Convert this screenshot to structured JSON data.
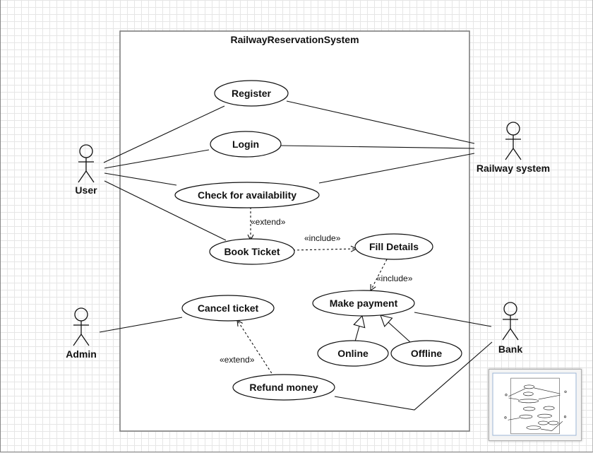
{
  "diagram": {
    "system_title": "RailwayReservationSystem",
    "actors": {
      "user": "User",
      "railway_system": "Railway system",
      "admin": "Admin",
      "bank": "Bank"
    },
    "use_cases": {
      "register": "Register",
      "login": "Login",
      "check_availability": "Check for availability",
      "book_ticket": "Book Ticket",
      "fill_details": "Fill Details",
      "make_payment": "Make payment",
      "cancel_ticket": "Cancel ticket",
      "online": "Online",
      "offline": "Offline",
      "refund_money": "Refund money"
    },
    "stereotypes": {
      "extend_check_book": "«extend»",
      "include_book_fill": "«include»",
      "include_fill_payment": "«include»",
      "extend_refund_cancel": "«extend»"
    }
  },
  "navigator": {
    "icon": "overview-thumbnail"
  },
  "colors": {
    "line": "#111111",
    "grid": "#e6e6e6",
    "boundary": "#777777"
  }
}
